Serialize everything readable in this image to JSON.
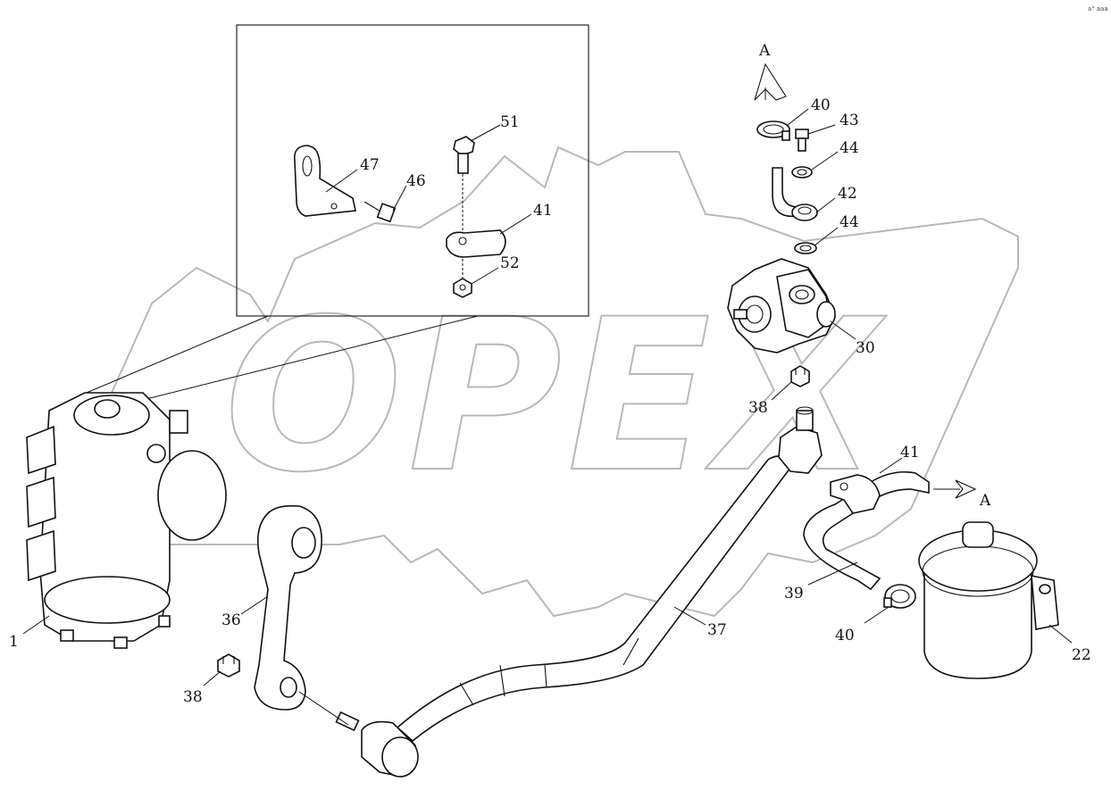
{
  "corner_mark": "a\" aaa",
  "watermark": "OPEX",
  "colors": {
    "line": "#111111",
    "watermark": "#b8b8b8",
    "background": "#ffffff"
  },
  "arrows": [
    {
      "id": "top",
      "label": "A"
    },
    {
      "id": "right",
      "label": "A"
    }
  ],
  "callouts": [
    {
      "id": "c51",
      "label": "51"
    },
    {
      "id": "c47",
      "label": "47"
    },
    {
      "id": "c46",
      "label": "46"
    },
    {
      "id": "c41a",
      "label": "41"
    },
    {
      "id": "c52",
      "label": "52"
    },
    {
      "id": "c40a",
      "label": "40"
    },
    {
      "id": "c43",
      "label": "43"
    },
    {
      "id": "c44a",
      "label": "44"
    },
    {
      "id": "c42",
      "label": "42"
    },
    {
      "id": "c44b",
      "label": "44"
    },
    {
      "id": "c30",
      "label": "30"
    },
    {
      "id": "c38a",
      "label": "38"
    },
    {
      "id": "c41b",
      "label": "41"
    },
    {
      "id": "c39",
      "label": "39"
    },
    {
      "id": "c40b",
      "label": "40"
    },
    {
      "id": "c22",
      "label": "22"
    },
    {
      "id": "c37",
      "label": "37"
    },
    {
      "id": "c36",
      "label": "36"
    },
    {
      "id": "c38b",
      "label": "38"
    },
    {
      "id": "c1",
      "label": "1"
    }
  ]
}
